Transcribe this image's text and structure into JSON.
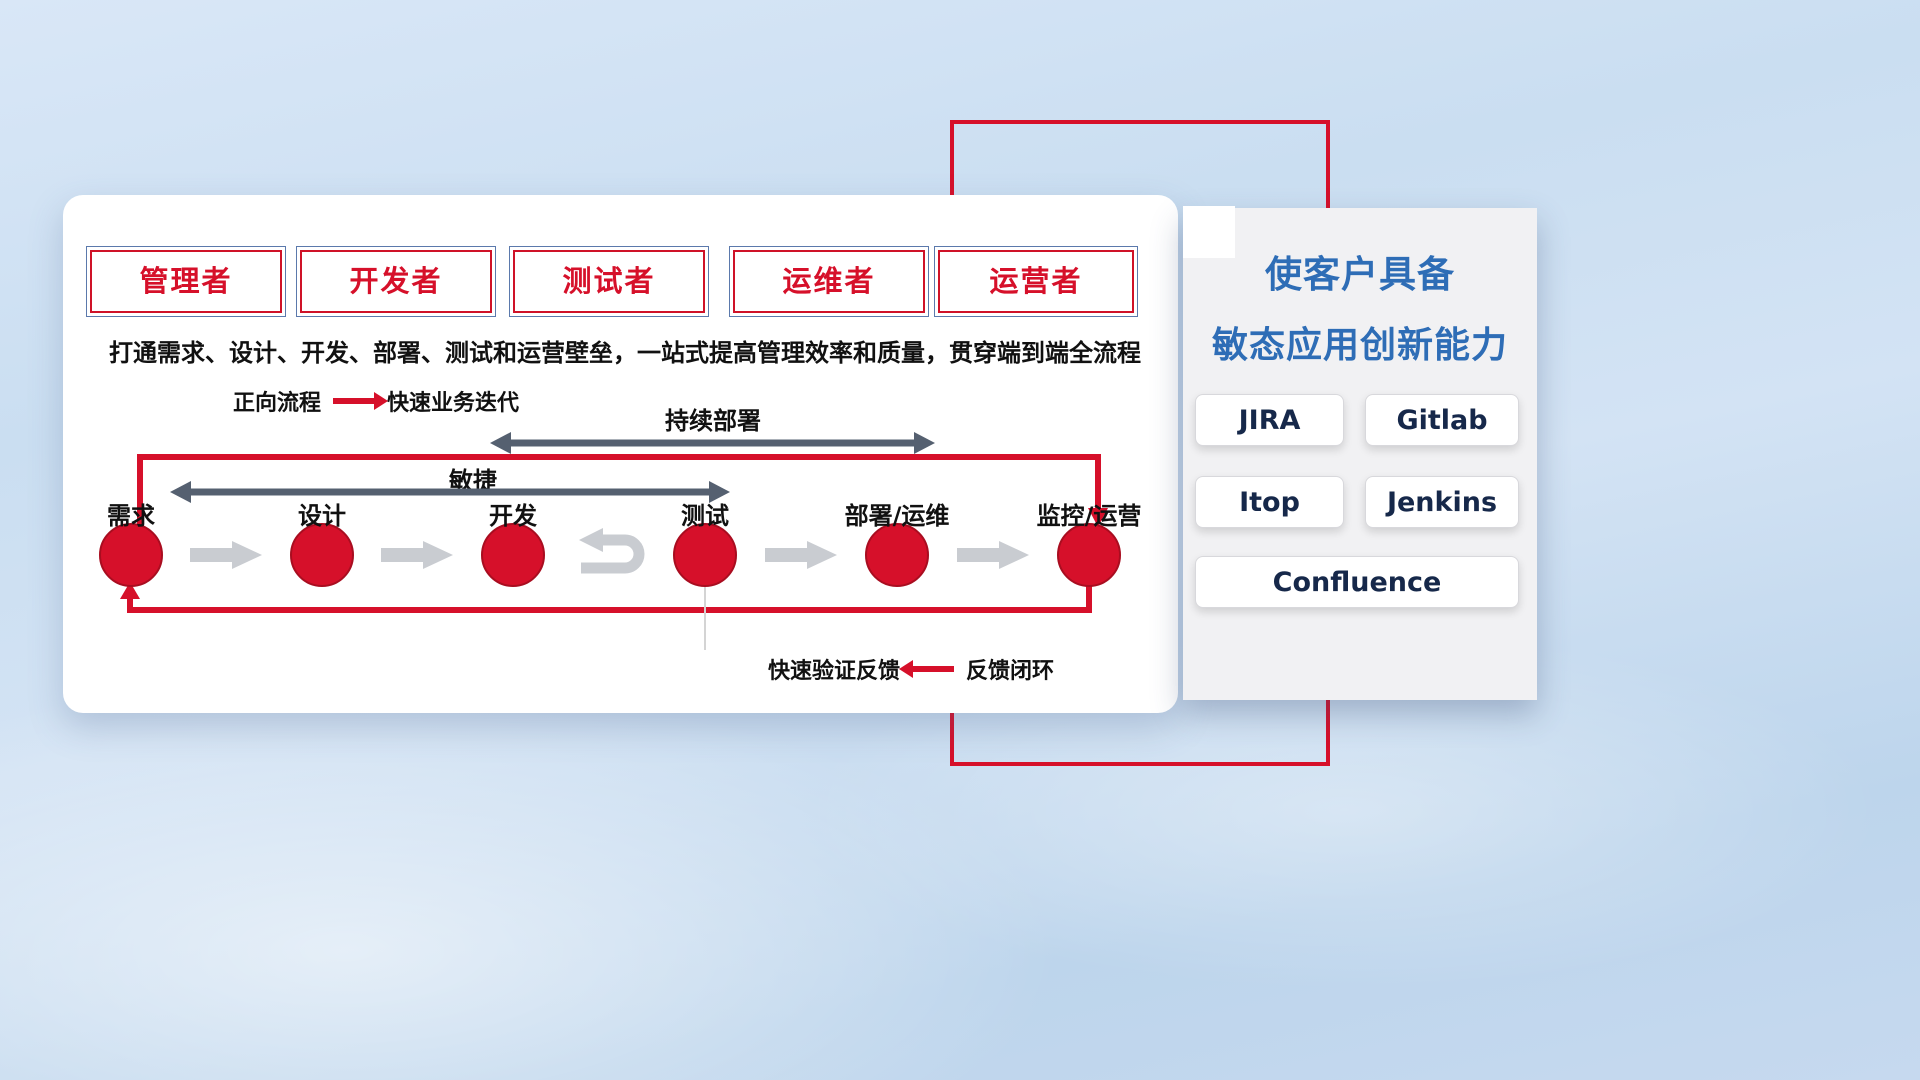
{
  "roles": [
    "管理者",
    "开发者",
    "测试者",
    "运维者",
    "运营者"
  ],
  "subtitle": "打通需求、设计、开发、部署、测试和运营壁垒，一站式提高管理效率和质量，贯穿端到端全流程",
  "legend_forward": {
    "label": "正向流程",
    "desc": "快速业务迭代"
  },
  "legend_feedback": {
    "label": "快速验证反馈",
    "desc": "反馈闭环"
  },
  "flow": {
    "cd_label": "持续部署",
    "agile_label": "敏捷",
    "stages": [
      "需求",
      "设计",
      "开发",
      "测试",
      "部署/运维",
      "监控/运营"
    ]
  },
  "right_panel": {
    "title_line1": "使客户具备",
    "title_line2": "敏态应用创新能力",
    "tools": [
      "JIRA",
      "Gitlab",
      "Itop",
      "Jenkins",
      "Confluence"
    ]
  },
  "colors": {
    "accent_red": "#d6102a",
    "title_blue": "#2e6db6",
    "tool_text_navy": "#16284a",
    "arrow_dark": "#556070",
    "arrow_gray": "#c9ccd1"
  }
}
